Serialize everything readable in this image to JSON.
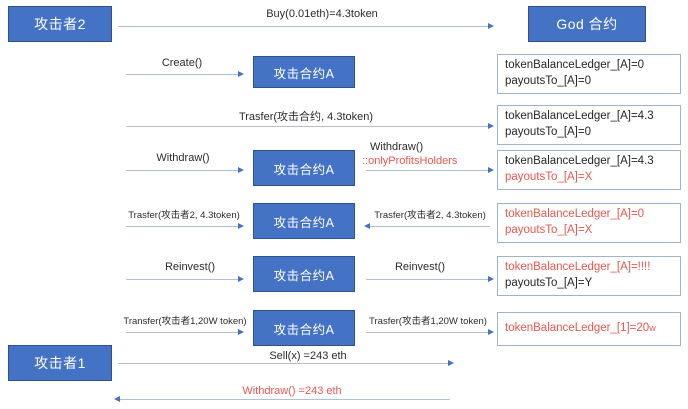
{
  "diagram": {
    "title": "Attack sequence diagram",
    "colors": {
      "box_fill": "#4472C4",
      "box_border": "#2F528F",
      "state_border": "#9DB3CE",
      "arrow": "#AFC0D8",
      "arrow_head": "#4472C4",
      "red": "#E8584F"
    }
  },
  "actors": {
    "attacker2": "攻击者2",
    "attacker1": "攻击者1",
    "god_contract": "God 合约",
    "attack_contract": "攻击合约A"
  },
  "rows": [
    {
      "id": "row-buy",
      "left_label": "",
      "right_label": "Buy(0.01eth)=4.3token",
      "direction": "right",
      "state": null
    },
    {
      "id": "row-create",
      "left_label": "Create()",
      "right_label": "",
      "direction": "right",
      "state": [
        "tokenBalanceLedger_[A]=0",
        "payoutsTo_[A]=0"
      ]
    },
    {
      "id": "row-transfer1",
      "left_label": "",
      "right_label": "Trasfer(攻击合约, 4.3token)",
      "direction": "right",
      "state": [
        "tokenBalanceLedger_[A]=4.3",
        "payoutsTo_[A]=0"
      ]
    },
    {
      "id": "row-withdraw",
      "left_label": "Withdraw()",
      "right_label": "Withdraw()",
      "right_label_red": "::onlyProfitsHolders",
      "direction": "right",
      "state": [
        "tokenBalanceLedger_[A]=4.3",
        "payoutsTo_[A]=X"
      ]
    },
    {
      "id": "row-transfer2",
      "left_label": "Trasfer(攻击者2, 4.3token)",
      "right_label": "Trasfer(攻击者2, 4.3token)",
      "direction": "left",
      "state": [
        "tokenBalanceLedger_[A]=0",
        "payoutsTo_[A]=X"
      ]
    },
    {
      "id": "row-reinvest",
      "left_label": "Reinvest()",
      "right_label": "Reinvest()",
      "direction": "right",
      "state": [
        "tokenBalanceLedger_[A]=!!!!",
        "payoutsTo_[A]=Y"
      ]
    },
    {
      "id": "row-transfer3",
      "left_label": "Transfer(攻击者1,20W token)",
      "right_label": "Trasfer(攻击者1,20W token)",
      "direction": "right",
      "state": [
        "tokenBalanceLedger_[1]=20w"
      ]
    },
    {
      "id": "row-sell",
      "left_label": "Sell(x) =243 eth",
      "direction": "right",
      "state": null
    },
    {
      "id": "row-final-withdraw",
      "left_label": "Withdraw() =243 eth",
      "direction": "left",
      "state": null
    }
  ],
  "state_text": {
    "s1_l1": "tokenBalanceLedger_[A]=0",
    "s1_l2": "payoutsTo_[A]=0",
    "s2_l1": "tokenBalanceLedger_[A]=4.3",
    "s2_l2": "payoutsTo_[A]=0",
    "s3_l1": "tokenBalanceLedger_[A]=4.3",
    "s3_l2": "payoutsTo_[A]=X",
    "s4_l1": "tokenBalanceLedger_[A]=0",
    "s4_l2": "payoutsTo_[A]=X",
    "s5_l1": "tokenBalanceLedger_[A]=!!!!",
    "s5_l2": "payoutsTo_[A]=Y",
    "s6_l1": "tokenBalanceLedger_[1]=20",
    "s6_l1_sub": "w"
  },
  "labels": {
    "buy": "Buy(0.01eth)=4.3token",
    "create": "Create()",
    "transfer_contract": "Trasfer(攻击合约, 4.3token)",
    "withdraw_left": "Withdraw()",
    "withdraw_right": "Withdraw()",
    "only_profits_holders": "::onlyProfitsHolders",
    "transfer_attacker2_left": "Trasfer(攻击者2, 4.3token)",
    "transfer_attacker2_right": "Trasfer(攻击者2, 4.3token)",
    "reinvest_left": "Reinvest()",
    "reinvest_right": "Reinvest()",
    "transfer_attacker1_left": "Transfer(攻击者1,20W token)",
    "transfer_attacker1_right": "Trasfer(攻击者1,20W token)",
    "sell": "Sell(x) =243 eth",
    "withdraw_final": "Withdraw() =243 eth"
  }
}
